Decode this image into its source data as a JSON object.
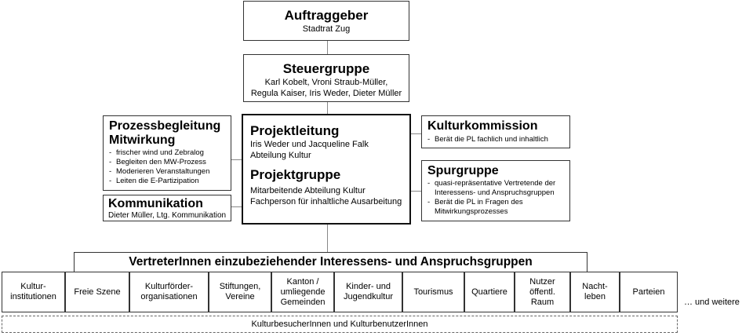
{
  "auftraggeber": {
    "title": "Auftraggeber",
    "subtitle": "Stadtrat Zug"
  },
  "steuergruppe": {
    "title": "Steuergruppe",
    "line1": "Karl Kobelt, Vroni Straub-Müller,",
    "line2": "Regula Kaiser, Iris Weder, Dieter Müller"
  },
  "prozess": {
    "title_line1": "Prozessbegleitung",
    "title_line2": "Mitwirkung",
    "items": [
      "frischer wind und Zebralog",
      "Begleiten den MW-Prozess",
      "Moderieren Veranstaltungen",
      "Leiten die E-Partizipation"
    ]
  },
  "kommunikation": {
    "title": "Kommunikation",
    "subtitle": "Dieter Müller, Ltg. Kommunikation"
  },
  "projekt": {
    "leitung_title": "Projektleitung",
    "leitung_line1": "Iris Weder und Jacqueline Falk",
    "leitung_line2": "Abteilung Kultur",
    "gruppe_title": "Projektgruppe",
    "gruppe_line1": "Mitarbeitende Abteilung Kultur",
    "gruppe_line2": "Fachperson für inhaltliche Ausarbeitung"
  },
  "kulturkommission": {
    "title": "Kulturkommission",
    "items": [
      "Berät die PL fachlich und inhaltlich"
    ]
  },
  "spurgruppe": {
    "title": "Spurgruppe",
    "items": [
      [
        "quasi-repräsentative Vertretende der",
        "Interessens- und Anspruchsgruppen"
      ],
      [
        "Berät die PL in Fragen des",
        "Mitwirkungsprozesses"
      ]
    ]
  },
  "vertreter": {
    "title": "VertreterInnen einzubeziehender Interessens- und Anspruchsgruppen"
  },
  "categories": [
    [
      "Kultur-",
      "institutionen"
    ],
    [
      "Freie Szene"
    ],
    [
      "Kulturförder-",
      "organisationen"
    ],
    [
      "Stiftungen,",
      "Vereine"
    ],
    [
      "Kanton /",
      "umliegende",
      "Gemeinden"
    ],
    [
      "Kinder- und",
      "Jugendkultur"
    ],
    [
      "Tourismus"
    ],
    [
      "Quartiere"
    ],
    [
      "Nutzer",
      "öffentl.",
      "Raum"
    ],
    [
      "Nacht-",
      "leben"
    ],
    [
      "Parteien"
    ]
  ],
  "weitere": "… und weitere",
  "besucher": "KulturbesucherInnen und KulturbenutzerInnen"
}
